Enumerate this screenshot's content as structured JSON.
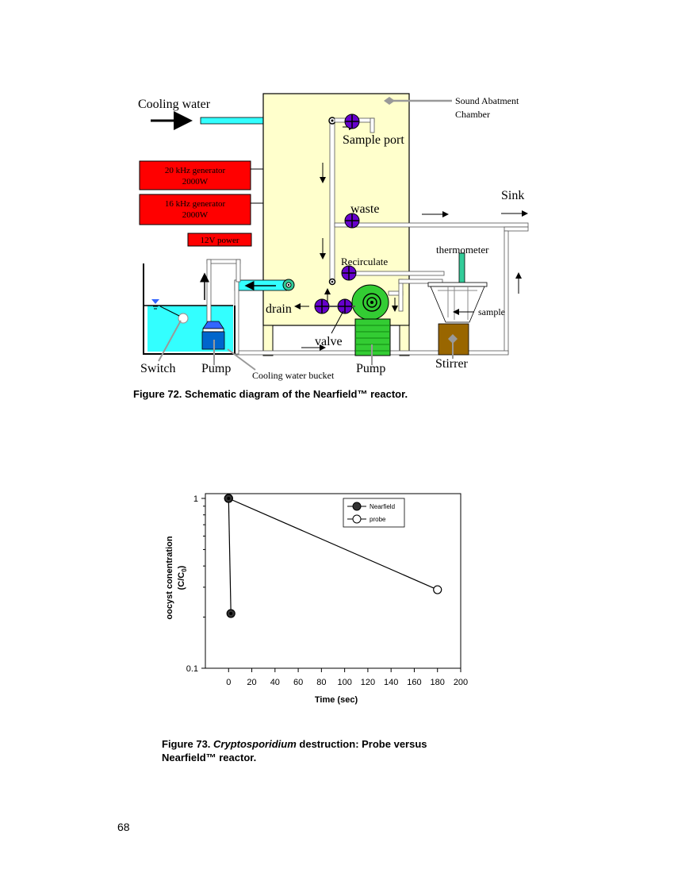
{
  "figure72": {
    "labels": {
      "cooling_water": "Cooling water",
      "sound_abatment": "Sound Abatment",
      "chamber": "Chamber",
      "gen20_line1": "20 kHz generator",
      "gen20_line2": "2000W",
      "gen16_line1": "16 kHz generator",
      "gen16_line2": "2000W",
      "power": "12V power",
      "sample_port": "Sample port",
      "waste": "waste",
      "sink": "Sink",
      "recirculate": "Recirculate",
      "thermometer": "thermometer",
      "sample": "sample",
      "drain": "drain",
      "valve": "valve",
      "switch": "Switch",
      "pump_left": "Pump",
      "cooling_bucket": "Cooling water bucket",
      "pump_center": "Pump",
      "stirrer": "Stirrer"
    },
    "caption": "Figure 72.  Schematic diagram of the Nearfield™ reactor.",
    "colors": {
      "chamber": "#ffffcc",
      "generator": "#ff0000",
      "water": "#33ffff",
      "valve": "#6600cc",
      "pump": "#33cc33",
      "stirrer": "#996600"
    }
  },
  "figure73": {
    "caption_prefix": "Figure 73.",
    "caption_italic": "Cryptosporidium",
    "caption_rest": "destruction:  Probe versus",
    "caption_line2": "Nearfield™ reactor."
  },
  "chart_data": {
    "type": "scatter",
    "xlabel": "Time (sec)",
    "ylabel_line1": "oocyst conentration",
    "ylabel_line2": "(C/C0)",
    "xlim": [
      -20,
      200
    ],
    "ylim": [
      0.1,
      1
    ],
    "yscale": "log",
    "xticks": [
      0,
      20,
      40,
      60,
      80,
      100,
      120,
      140,
      160,
      180,
      200
    ],
    "yticks": [
      0.1,
      1
    ],
    "legend_position": "top-right",
    "series": [
      {
        "name": "Nearfield",
        "marker": "filled-circle",
        "x": [
          0,
          2
        ],
        "y": [
          1,
          0.21
        ]
      },
      {
        "name": "probe",
        "marker": "open-circle",
        "x": [
          0,
          180
        ],
        "y": [
          1,
          0.29
        ]
      }
    ]
  },
  "page_number": "68"
}
